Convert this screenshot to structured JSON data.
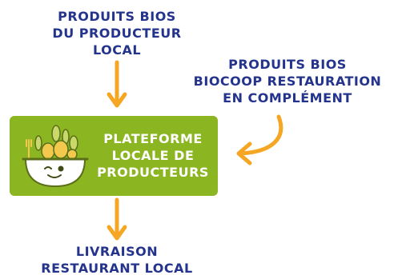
{
  "top_source": {
    "lines": [
      "PRODUITS BIOS",
      "DU PRODUCTEUR",
      "LOCAL"
    ]
  },
  "right_source": {
    "lines": [
      "PRODUITS BIOS",
      "BIOCOOP RESTAURATION",
      "EN COMPLÉMENT"
    ]
  },
  "platform": {
    "lines": [
      "PLATEFORME",
      "LOCALE DE",
      "PRODUCTEURS"
    ],
    "icon": "vegetable-basket-icon"
  },
  "destination": {
    "lines": [
      "LIVRAISON",
      "RESTAURANT LOCAL"
    ]
  },
  "colors": {
    "text": "#24348c",
    "box": "#8cb522",
    "arrow": "#f5a623"
  }
}
